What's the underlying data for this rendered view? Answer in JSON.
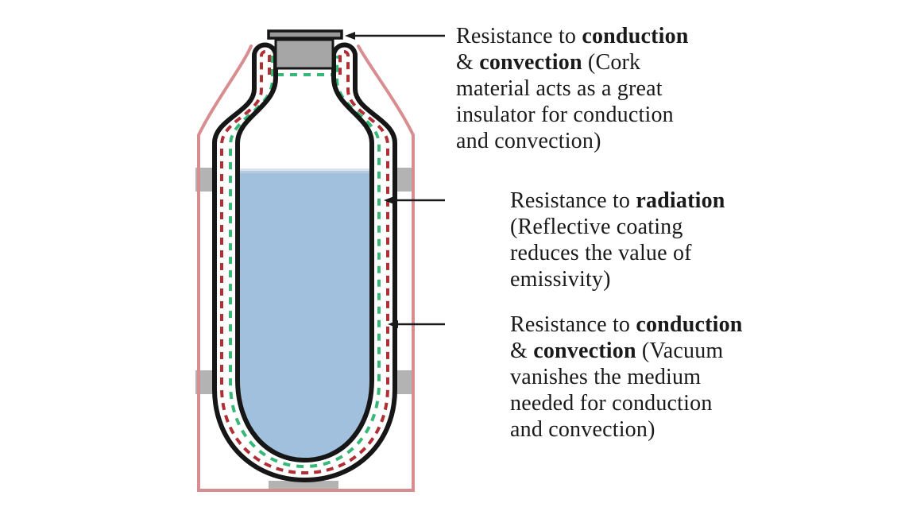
{
  "colors": {
    "casing_pink": "#d88e90",
    "wall_black": "#161616",
    "vacuum_red": "#b02f35",
    "coating_green": "#38b878",
    "liquid_blue": "#a1c0dd",
    "liquid_surface_light": "#d8e3ee",
    "liquid_surface_mid": "#b6cbde",
    "support_gray": "#b3b3b3",
    "cork_gray": "#a6a6a6",
    "cork_cap_gray": "#999999",
    "leader_black": "#1a1a1a"
  },
  "annotations": [
    {
      "id": "cork-stopper",
      "lines": [
        {
          "pre": "Resistance to ",
          "bold": "conduction"
        },
        {
          "pre": "& ",
          "bold": "convection",
          "post": " (Cork"
        },
        {
          "pre": "material acts as a great"
        },
        {
          "pre": "insulator for conduction"
        },
        {
          "pre": "and convection)"
        }
      ]
    },
    {
      "id": "reflective-coating",
      "lines": [
        {
          "pre": "Resistance to ",
          "bold": "radiation"
        },
        {
          "pre": "(Reflective coating"
        },
        {
          "pre": "reduces the value of"
        },
        {
          "pre": "emissivity)"
        }
      ]
    },
    {
      "id": "vacuum-gap",
      "lines": [
        {
          "pre": "Resistance to ",
          "bold": "conduction"
        },
        {
          "pre": "& ",
          "bold": "convection",
          "post": " (Vacuum"
        },
        {
          "pre": "vanishes the medium"
        },
        {
          "pre": "needed for conduction"
        },
        {
          "pre": "and convection)"
        }
      ]
    }
  ]
}
